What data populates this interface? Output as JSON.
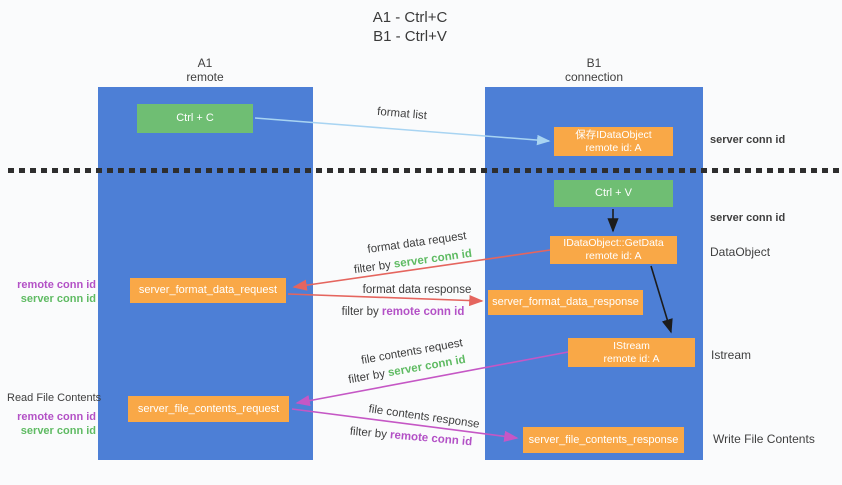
{
  "colors": {
    "background": "#fafbfc",
    "column-blue": "#4d7fd6",
    "box-orange": "#f9a847",
    "box-green": "#6fbe73",
    "arrow-red": "#e5655e",
    "arrow-magenta": "#c557c5",
    "arrow-lightblue": "#a8d4f2",
    "text-green": "#5fbb63",
    "text-purple": "#b351c6",
    "text-dark": "#3d3d3d",
    "dash-black": "#2e2e2e"
  },
  "title": {
    "line1": "A1 - Ctrl+C",
    "line2": "B1 - Ctrl+V"
  },
  "lifelines": {
    "a1": {
      "name": "A1",
      "role": "remote"
    },
    "b1": {
      "name": "B1",
      "role": "connection"
    }
  },
  "nodes": {
    "ctrl_c": {
      "label": "Ctrl + C"
    },
    "ctrl_v": {
      "label": "Ctrl + V"
    },
    "save_dataobject": {
      "line1": "保存IDataObject",
      "line2": "remote id: A"
    },
    "getdata": {
      "line1": "IDataObject::GetData",
      "line2": "remote id: A"
    },
    "istream": {
      "line1": "IStream",
      "line2": "remote id: A"
    },
    "format_request": {
      "label": "server_format_data_request"
    },
    "format_response": {
      "label": "server_format_data_response"
    },
    "file_request": {
      "label": "server_file_contents_request"
    },
    "file_response": {
      "label": "server_file_contents_response"
    }
  },
  "arrow_labels": {
    "format_list": "format list",
    "format_data_request": "format data request",
    "format_data_response": "format data response",
    "file_contents_request": "file contents request",
    "file_contents_response": "file contents response",
    "filter_by": "filter by ",
    "server_conn_id": "server conn id",
    "remote_conn_id": "remote conn id"
  },
  "side_labels": {
    "server_conn_id_top": "server conn id",
    "server_conn_id_mid": "server conn id",
    "dataobject": "DataObject",
    "istream": "Istream",
    "write_file_contents": "Write File Contents",
    "read_file_contents": "Read File Contents",
    "remote_conn_id_format": "remote conn id",
    "server_conn_id_format": "server conn id",
    "remote_conn_id_file": "remote conn id",
    "server_conn_id_file": "server conn id"
  }
}
